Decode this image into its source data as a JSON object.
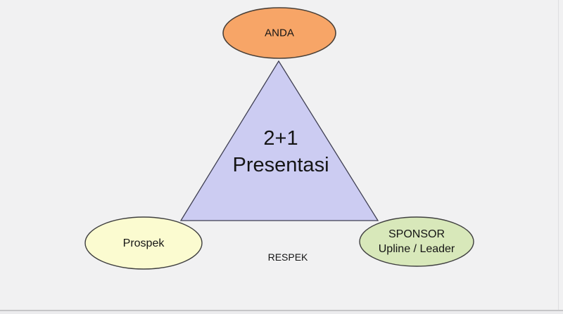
{
  "slide": {
    "background_color": "#f1f1f2",
    "edge_color": "#c6c6c8"
  },
  "diagram": {
    "triangle": {
      "line1": "2+1",
      "line2": "Presentasi",
      "fill": "#ccccf2",
      "stroke": "#3f3f52"
    },
    "anda": {
      "label": "ANDA",
      "fill": "#f7a567",
      "stroke": "#4a4038"
    },
    "prospek": {
      "label": "Prospek",
      "fill": "#fbfbd0",
      "stroke": "#3f3f3f"
    },
    "sponsor": {
      "line1": "SPONSOR",
      "line2": "Upline / Leader",
      "fill": "#d8e8ba",
      "stroke": "#3f3f3f"
    },
    "respek": {
      "label": "RESPEK"
    }
  }
}
